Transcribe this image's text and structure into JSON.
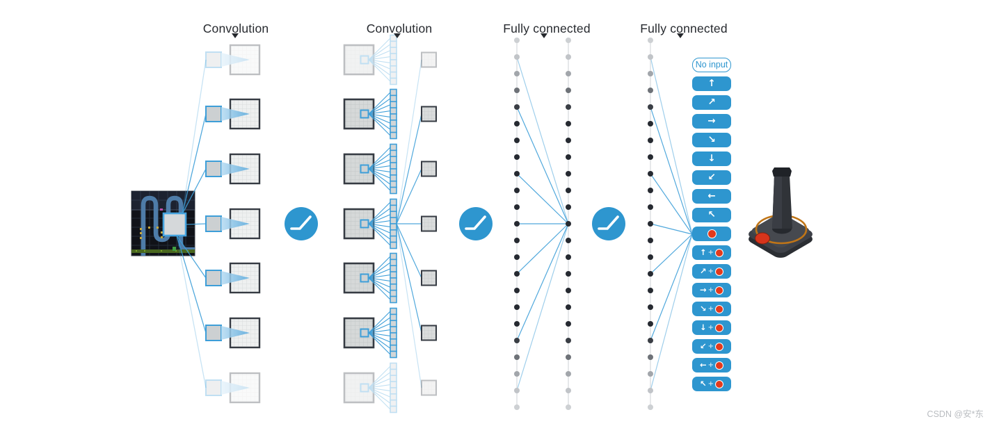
{
  "labels": {
    "layer1": "Convolution",
    "layer2": "Convolution",
    "layer3": "Fully connected",
    "layer4": "Fully connected"
  },
  "watermark": {
    "text": "CSDN @安*东"
  },
  "combo_separator": "+",
  "actions": [
    {
      "name": "no-input",
      "label": "No input",
      "style": "outline"
    },
    {
      "name": "up",
      "glyph": "↑"
    },
    {
      "name": "up-right",
      "glyph": "↗"
    },
    {
      "name": "right",
      "glyph": "→"
    },
    {
      "name": "down-right",
      "glyph": "↘"
    },
    {
      "name": "down",
      "glyph": "↓"
    },
    {
      "name": "down-left",
      "glyph": "↙"
    },
    {
      "name": "left",
      "glyph": "←"
    },
    {
      "name": "up-left",
      "glyph": "↖"
    },
    {
      "name": "fire",
      "fire": true
    },
    {
      "name": "up-fire",
      "glyph": "↑",
      "fire": true
    },
    {
      "name": "up-right-fire",
      "glyph": "↗",
      "fire": true
    },
    {
      "name": "right-fire",
      "glyph": "→",
      "fire": true
    },
    {
      "name": "down-right-fire",
      "glyph": "↘",
      "fire": true
    },
    {
      "name": "down-fire",
      "glyph": "↓",
      "fire": true
    },
    {
      "name": "down-left-fire",
      "glyph": "↙",
      "fire": true
    },
    {
      "name": "left-fire",
      "glyph": "←",
      "fire": true
    },
    {
      "name": "up-left-fire",
      "glyph": "↖",
      "fire": true
    }
  ],
  "network": {
    "conv_rows": 7,
    "faded_rows": [
      0,
      6
    ],
    "row_centers": [
      86,
      164,
      243,
      322,
      400,
      479,
      558
    ],
    "conv2_minis_per_row": 8,
    "fc_dot_count": 23,
    "fc_column_count": 3,
    "relu_count": 3,
    "fan_source_indices": [
      1,
      4,
      8,
      11,
      14,
      18,
      21
    ]
  },
  "colors": {
    "accent_blue": "#3d9ed8",
    "relu_blue": "#2e96cf",
    "button_blue": "#2e96cf",
    "fire_red": "#e33a1c",
    "dark_border": "#363b43",
    "dot_dark": "#262a31",
    "dot_light": "#cdd0d3",
    "map_fill_light": "#eef0f0",
    "map_fill_mid": "#d6d9d9",
    "joystick_body": "#3e4148",
    "joystick_ring": "#c07517",
    "label_color": "#26292e",
    "watermark_color": "#b9bcc0"
  },
  "icons": {
    "relu": "relu-activation-icon",
    "layer_marker": "down-triangle-marker",
    "fire": "fire-button-icon",
    "joystick": "atari-joystick-icon",
    "game_frame": "atari-game-frame"
  }
}
